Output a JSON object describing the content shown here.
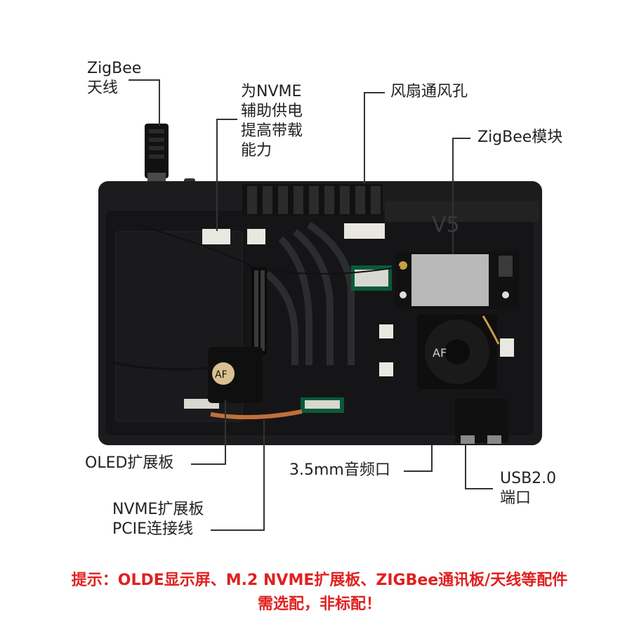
{
  "labels": {
    "zigbee_antenna": "ZigBee\n天线",
    "nvme_power": "为NVME\n辅助供电\n提高带载\n能力",
    "fan_vent": "风扇通风孔",
    "zigbee_module": "ZigBee模块",
    "oled_board": "OLED扩展板",
    "audio_jack": "3.5mm音频口",
    "usb_port": "USB2.0\n端口",
    "nvme_cable": "NVME扩展板\nPCIE连接线"
  },
  "device_marks": {
    "case_version": "V5",
    "logo": "AF"
  },
  "notice": {
    "line1": "提示：OLDE显示屏、M.2 NVME扩展板、ZIGBee通讯板/天线等配件",
    "line2": "需选配，非标配！"
  },
  "colors": {
    "case": "#1c1c1e",
    "board": "#0d0d0d",
    "heatsink": "#111111",
    "zigbee_module": "#b9b9b9",
    "notice": "#e02020",
    "cable": "#c0703a"
  }
}
